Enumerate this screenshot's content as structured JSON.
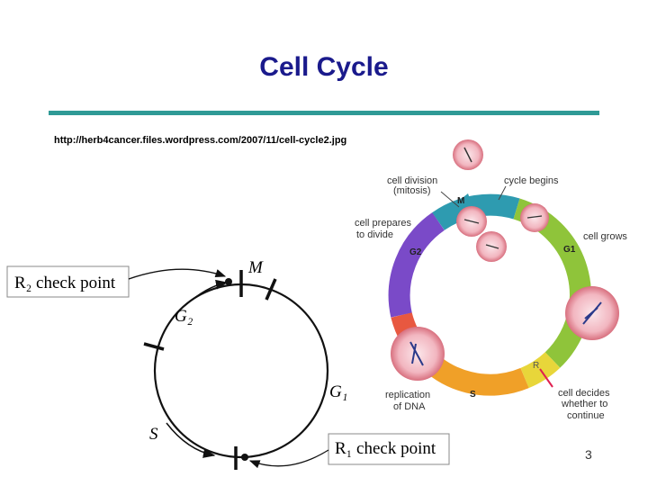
{
  "slide": {
    "title": "Cell Cycle",
    "source_url": "http://herb4cancer.files.wordpress.com/2007/11/cell-cycle2.jpg",
    "page_number": "3"
  },
  "schematic": {
    "r2_box": "R₂ check point",
    "r1_box": "R₁ check point",
    "phase_m": "M",
    "phase_g2": "G₂",
    "phase_g1": "G₁",
    "phase_s": "S"
  },
  "illustration": {
    "segment_m": "M",
    "segment_g1": "G1",
    "segment_g2": "G2",
    "segment_s": "S",
    "marker_r": "R",
    "cell_division_1": "cell division",
    "cell_division_2": "(mitosis)",
    "cycle_begins": "cycle begins",
    "cell_prepares_1": "cell prepares",
    "cell_prepares_2": "to divide",
    "cell_grows": "cell grows",
    "replication_1": "replication",
    "replication_2": "of DNA",
    "cell_decides_1": "cell decides",
    "cell_decides_2": "whether to",
    "cell_decides_3": "continue"
  }
}
